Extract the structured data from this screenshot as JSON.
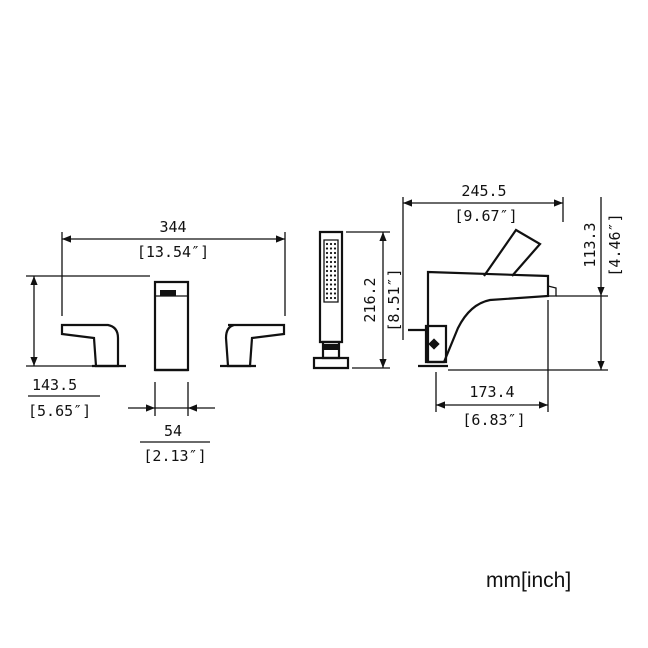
{
  "dimensions": {
    "total_width_mm": "344",
    "total_width_in": "[13.54″]",
    "handle_height_mm": "143.5",
    "handle_height_in": "[5.65″]",
    "spout_width_mm": "54",
    "spout_width_in": "[2.13″]",
    "handshower_height_mm": "216.2",
    "handshower_height_in": "[8.51″]",
    "side_length_mm": "245.5",
    "side_length_in": "[9.67″]",
    "side_height_mm": "113.3",
    "side_height_in": "[4.46″]",
    "spout_reach_mm": "173.4",
    "spout_reach_in": "[6.83″]"
  },
  "units_label": "mm[inch]"
}
